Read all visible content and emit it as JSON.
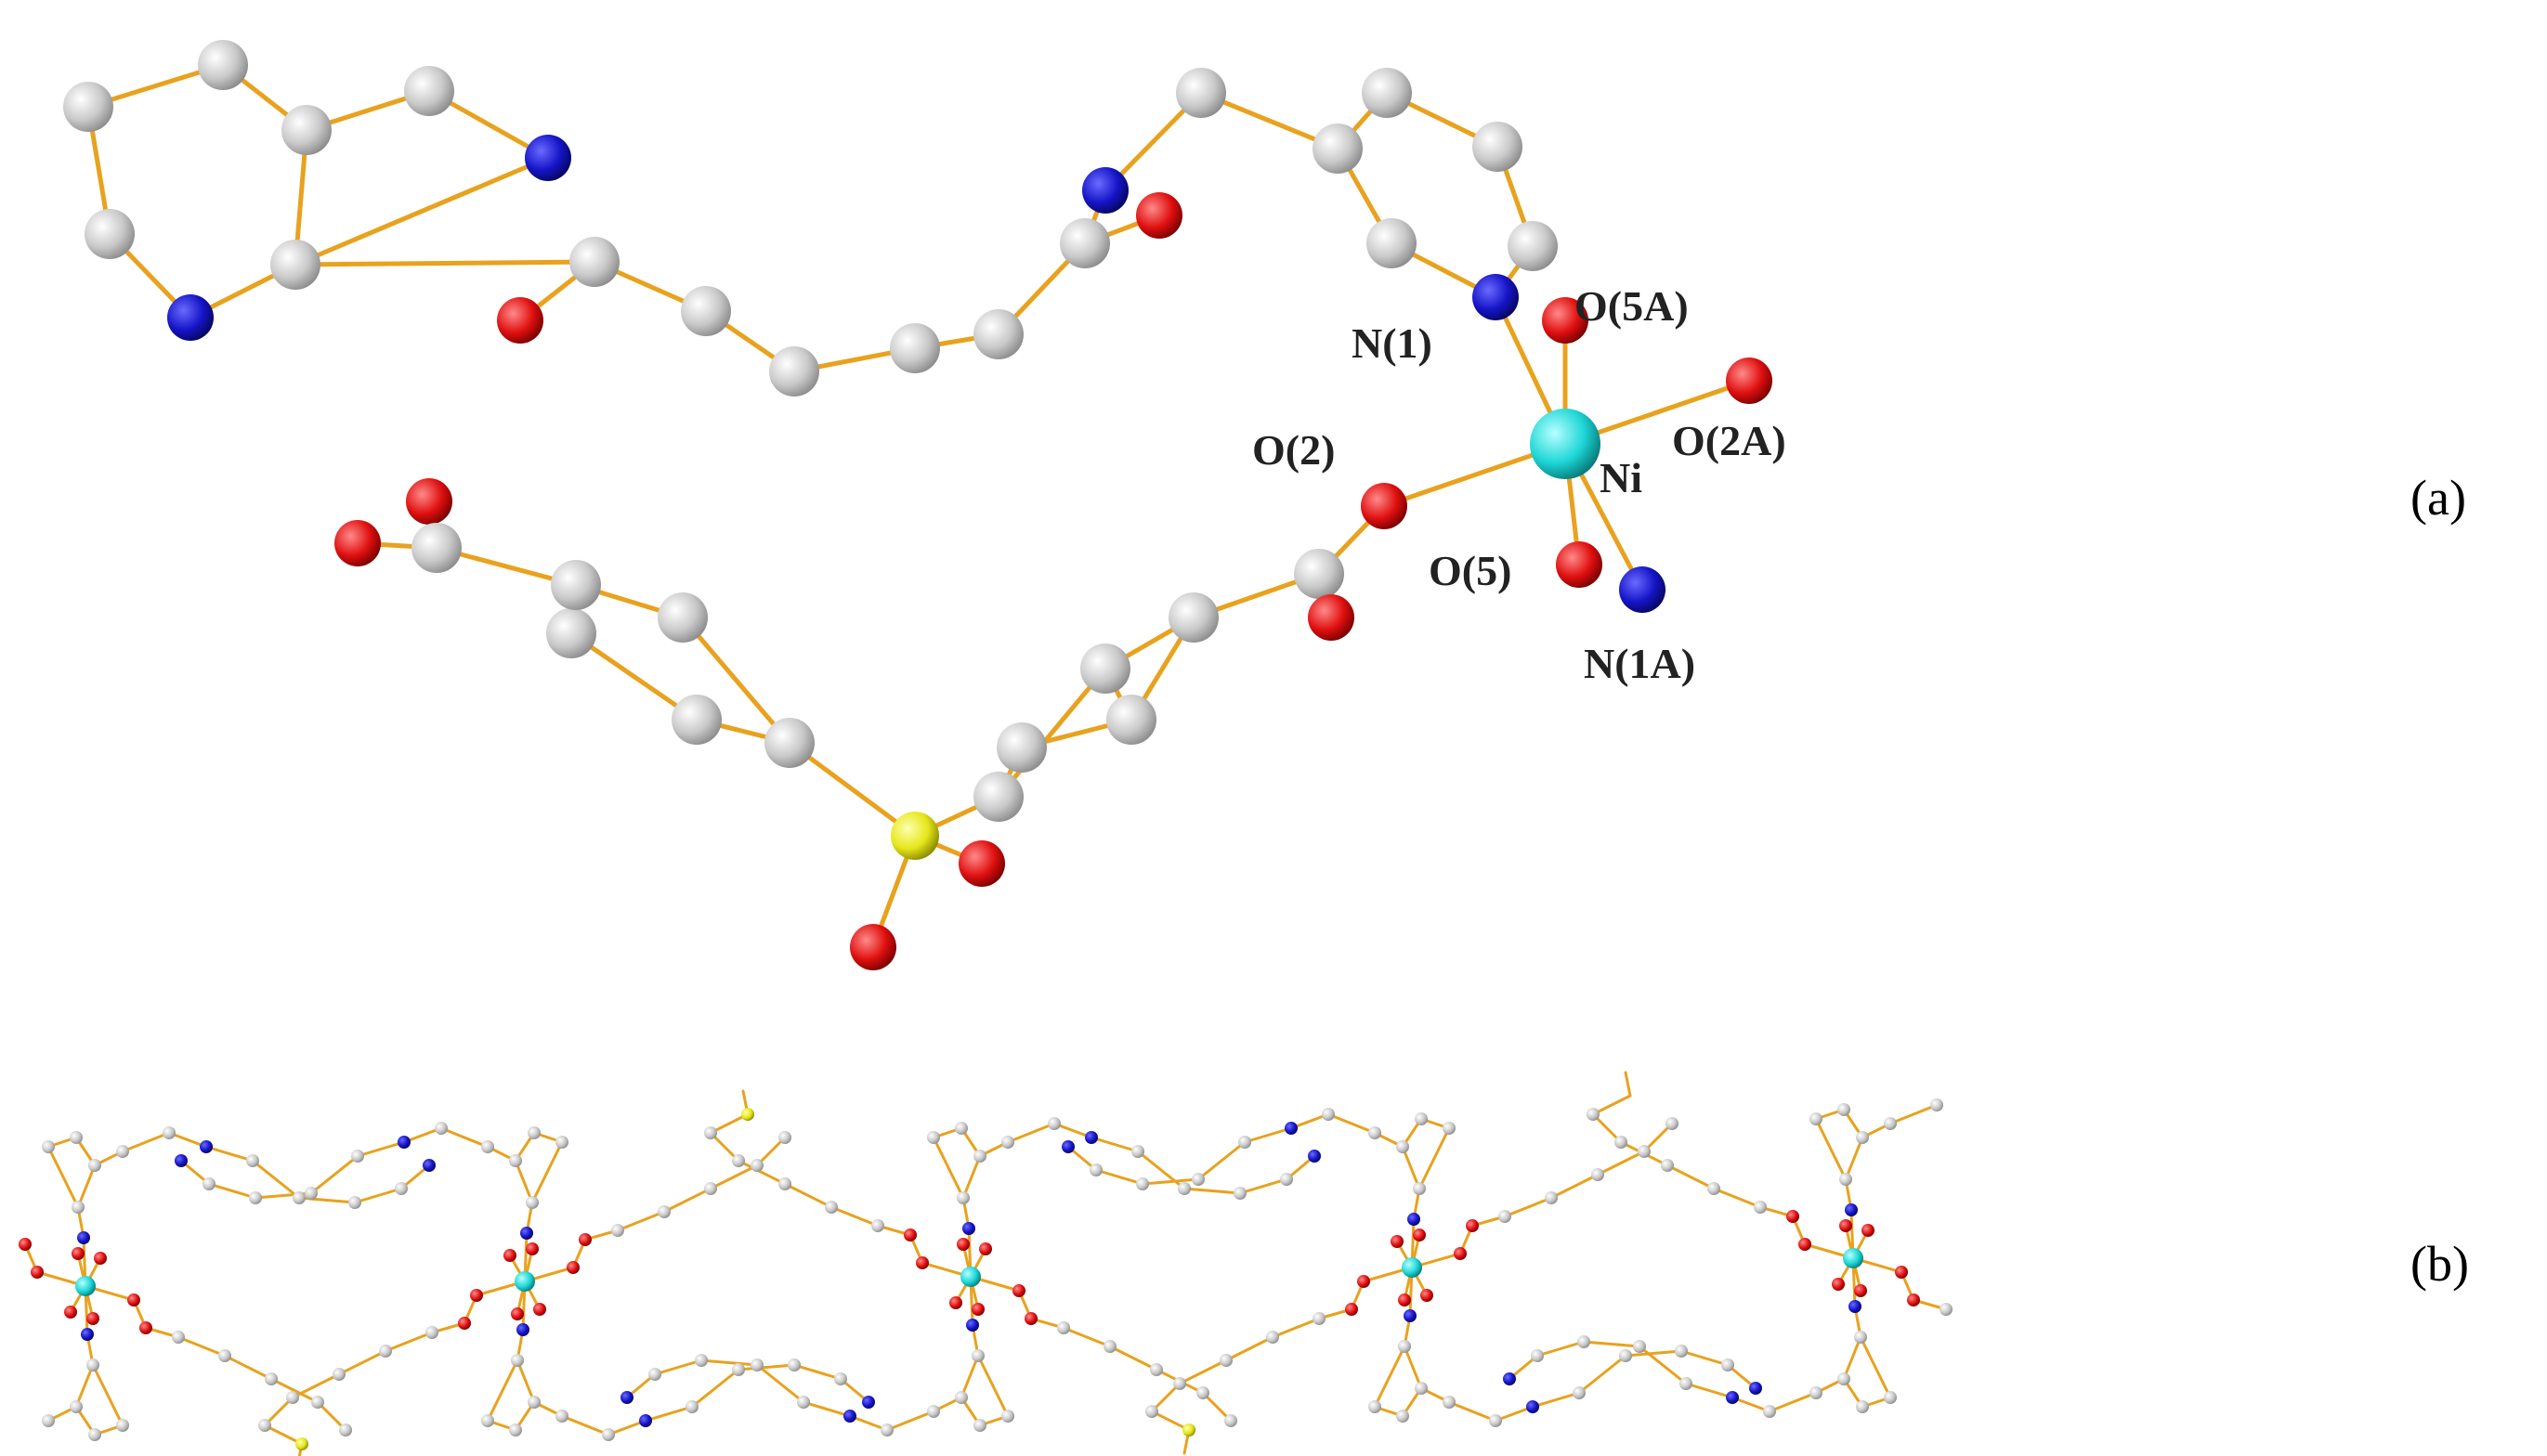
{
  "panel_labels": {
    "a": "(a)",
    "b": "(b)"
  },
  "atom_labels": {
    "n1": "N(1)",
    "o5a": "O(5A)",
    "o2a": "O(2A)",
    "ni": "Ni",
    "o2": "O(2)",
    "o5": "O(5)",
    "n1a": "N(1A)"
  },
  "colors": {
    "bond": "#e8a21e",
    "carbon": "#c9c9c9",
    "nitrogen": "#1515c8",
    "oxygen": "#e01010",
    "sulfur": "#e6e61a",
    "nickel": "#1ed6d6"
  }
}
